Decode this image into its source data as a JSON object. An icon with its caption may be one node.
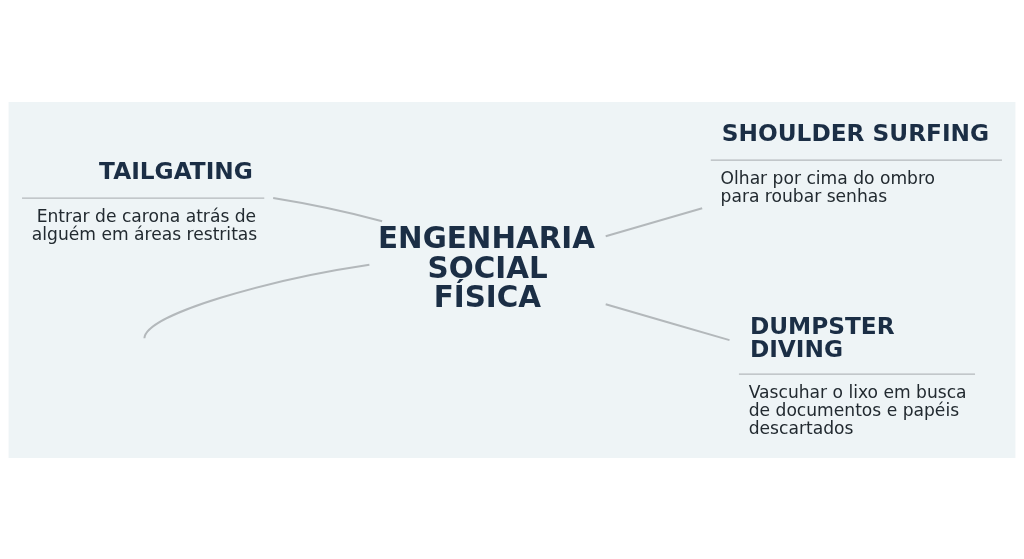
{
  "diagram": {
    "nodes": [
      {
        "text": [
          "ENGENHARIA SOCIAL FÍSICA"
        ]
      },
      {
        "text": [
          "TAILGATING",
          "Entrar de carona atrás de alguém em áreas restritas"
        ]
      },
      {
        "text": [
          "SHOULDER SURFING",
          "Olhar por cima do ombro para roubar senhas"
        ]
      },
      {
        "text": [
          "DUMPSTER DIVING",
          "Vascuhar o lixo em busca de documentos e papéis descartados"
        ]
      }
    ],
    "edges": [
      {
        "from": 0,
        "to": 1,
        "arrow": "none"
      },
      {
        "from": 0,
        "to": 2,
        "arrow": "none"
      },
      {
        "from": 0,
        "to": 3,
        "arrow": "none"
      },
      {
        "from": 0,
        "to": null,
        "arrow": "none"
      }
    ]
  }
}
